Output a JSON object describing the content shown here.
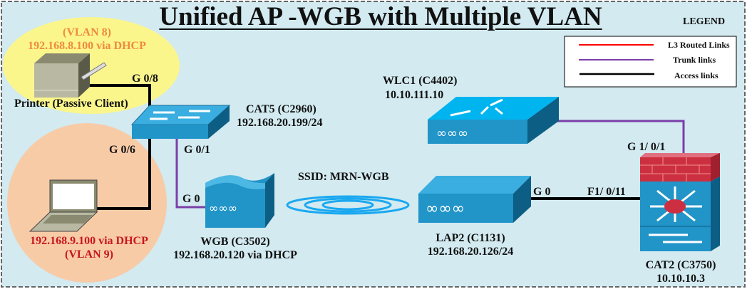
{
  "title": "Unified AP -WGB with Multiple VLAN",
  "legend": {
    "title": "LEGEND",
    "items": [
      {
        "label": "L3 Routed Links",
        "color": "#ff0000"
      },
      {
        "label": "Trunk links",
        "color": "#7b3fa8"
      },
      {
        "label": "Access links",
        "color": "#000000"
      }
    ]
  },
  "printer": {
    "vlan": "(VLAN 8)",
    "ip": "192.168.8.100 via DHCP",
    "name": "Printer (Passive Client)",
    "port": "G 0/8"
  },
  "laptop": {
    "ip": "192.168.9.100 via DHCP",
    "vlan": "(VLAN 9)",
    "port": "G 0/6"
  },
  "cat5": {
    "name": "CAT5 (C2960)",
    "ip": "192.168.20.199/24",
    "trunk_port": "G 0/1"
  },
  "wgb": {
    "name": "WGB (C3502)",
    "ip": "192.168.20.120 via DHCP",
    "port": "G 0"
  },
  "ssid": "SSID: MRN-WGB",
  "lap2": {
    "name": "LAP2 (C1131)",
    "ip": "192.168.20.126/24",
    "port": "G 0"
  },
  "wlc1": {
    "name": "WLC1 (C4402)",
    "ip": "10.10.111.10"
  },
  "cat2": {
    "name": "CAT2 (C3750)",
    "ip": "10.10.10.3",
    "port_wlc": "G 1/ 0/1",
    "port_lap": "F1/ 0/11"
  }
}
